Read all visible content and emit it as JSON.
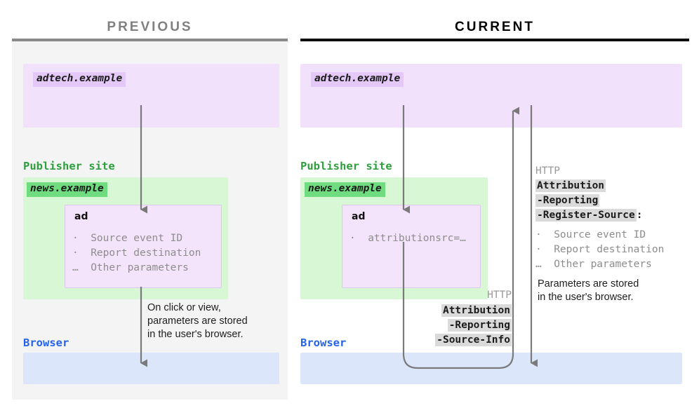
{
  "columns": {
    "previous": {
      "title": "PREVIOUS"
    },
    "current": {
      "title": "CURRENT"
    }
  },
  "previous_panel": {
    "adtech_chip": "adtech.example",
    "publisher_label": "Publisher site",
    "news_chip": "news.example",
    "ad_card": {
      "title": "ad",
      "params": "·  Source event ID\n·  Report destination\n…  Other parameters"
    },
    "browser_label": "Browser",
    "note": "On click or view,\nparameters are stored\nin the user's browser."
  },
  "current_panel": {
    "adtech_chip": "adtech.example",
    "publisher_label": "Publisher site",
    "news_chip": "news.example",
    "ad_card": {
      "title": "ad",
      "params": "·  attributionsrc=…"
    },
    "browser_label": "Browser",
    "source_info_header": {
      "protocol": "HTTP",
      "line1": "Attribution",
      "line2": "-Reporting",
      "line3": "-Source-Info"
    },
    "register_source_header": {
      "protocol": "HTTP",
      "line1": "Attribution",
      "line2": "-Reporting",
      "line3": "-Register-Source",
      "colon": ":",
      "params": "·  Source event ID\n·  Report destination\n…  Other parameters"
    },
    "note": "Parameters are stored\nin the user's browser."
  },
  "colors": {
    "purple_region": "#f1e1fa",
    "green_region": "#d8f7d5",
    "blue_region": "#dce6fa",
    "chip_purple": "#e4c8f7",
    "chip_green": "#6fdd7f",
    "green_text": "#2e9e3e",
    "blue_text": "#2563eb",
    "arrow_gray": "#7a7a7a",
    "highlight_gray": "#dadada",
    "panel_gray": "#f4f4f4"
  }
}
